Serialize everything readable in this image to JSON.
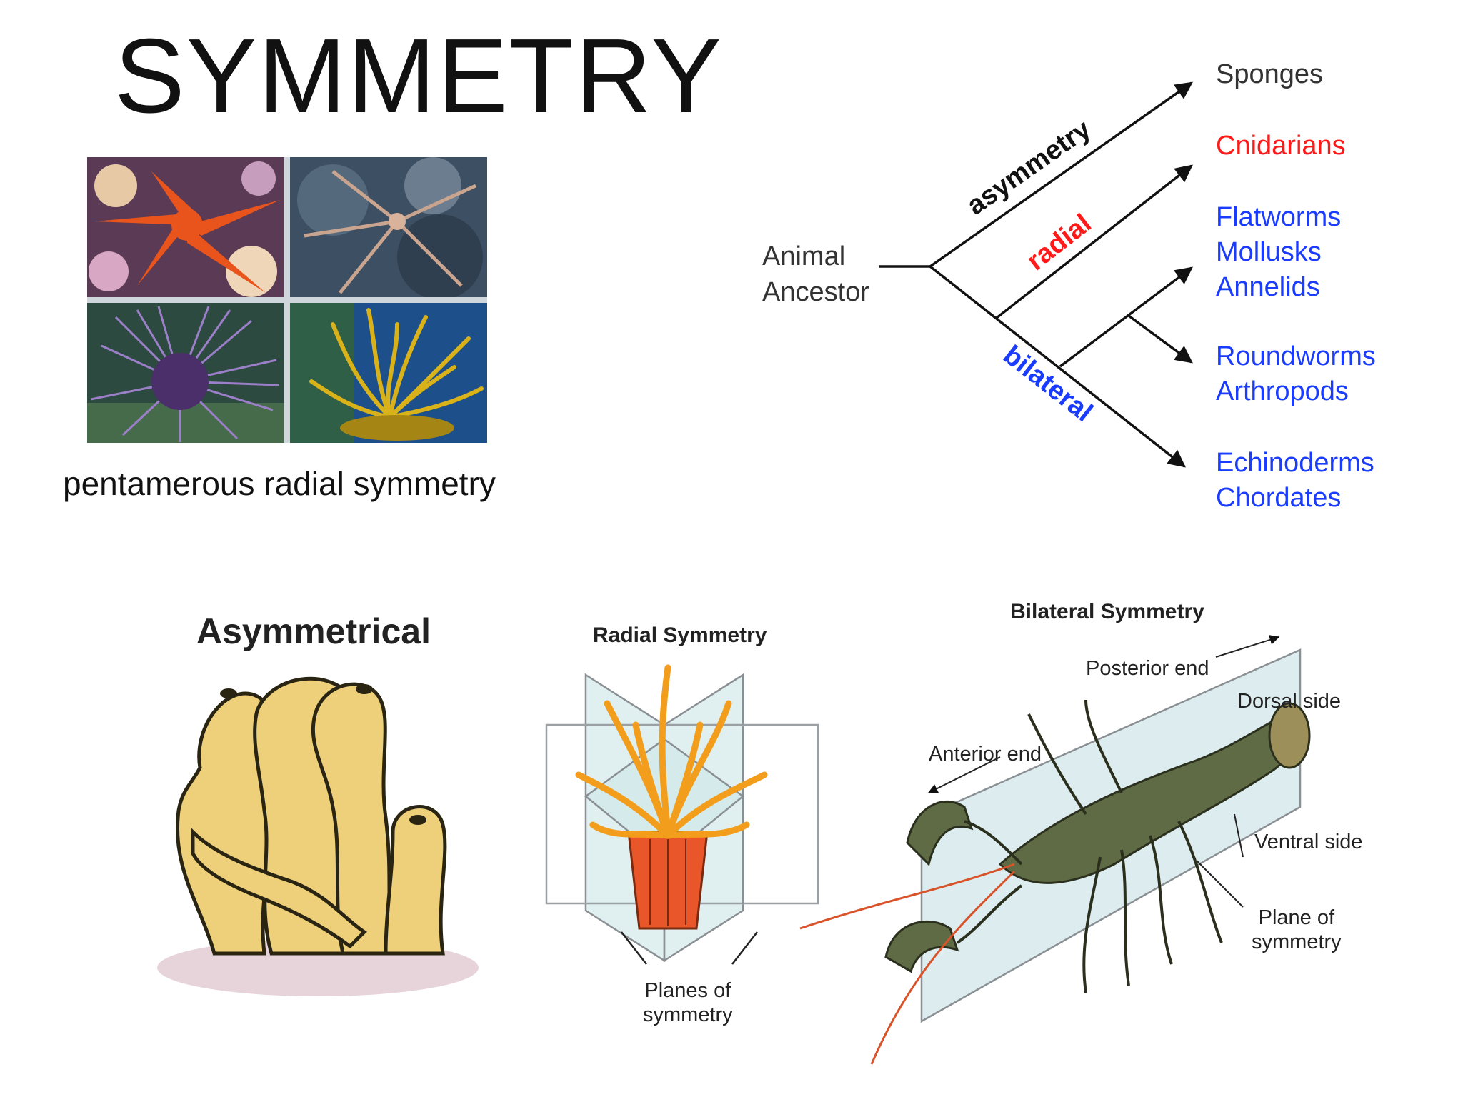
{
  "title": "SYMMETRY",
  "photos": {
    "caption": "pentamerous radial symmetry",
    "items": [
      {
        "name": "red sea star"
      },
      {
        "name": "brittle star"
      },
      {
        "name": "purple sea urchin"
      },
      {
        "name": "yellow feather star"
      }
    ]
  },
  "tree": {
    "root_label": [
      "Animal",
      "Ancestor"
    ],
    "branch_labels": {
      "asymmetry": "asymmetry",
      "radial": "radial",
      "bilateral": "bilateral"
    },
    "groups": [
      {
        "lines": [
          "Sponges"
        ],
        "color": "#333333"
      },
      {
        "lines": [
          "Cnidarians"
        ],
        "color": "#ff1a1a"
      },
      {
        "lines": [
          "Flatworms",
          "Mollusks",
          "Annelids"
        ],
        "color": "#1a3cff"
      },
      {
        "lines": [
          "Roundworms",
          "Arthropods"
        ],
        "color": "#1a3cff"
      },
      {
        "lines": [
          "Echinoderms",
          "Chordates"
        ],
        "color": "#1a3cff"
      }
    ],
    "colors": {
      "asymmetry": "#111111",
      "radial": "#ff1a1a",
      "bilateral": "#1a3cff"
    }
  },
  "illustrations": {
    "asymmetrical": {
      "title": "Asymmetrical"
    },
    "radial": {
      "title": "Radial Symmetry",
      "planes_label": [
        "Planes of",
        "symmetry"
      ]
    },
    "bilateral": {
      "title": "Bilateral Symmetry",
      "posterior": "Posterior end",
      "anterior": "Anterior end",
      "dorsal": "Dorsal side",
      "ventral": "Ventral side",
      "plane_label": [
        "Plane of",
        "symmetry"
      ]
    }
  }
}
